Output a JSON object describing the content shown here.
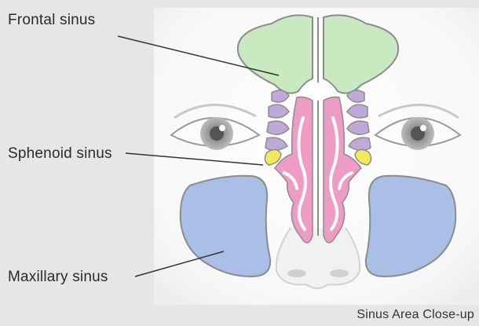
{
  "labels": {
    "frontal": "Frontal sinus",
    "sphenoid": "Sphenoid sinus",
    "maxillary": "Maxillary sinus"
  },
  "caption": "Sinus Area Close-up",
  "colors": {
    "background": "#e6e6e6",
    "panel": "#ffffff",
    "frontal_sinus": "#c9e9c0",
    "sinus_outline": "#8c8c8c",
    "ethmoid_cells": "#bfa9d8",
    "sphenoid_sinus": "#f2ea5a",
    "nasal_cavity": "#ee9cc6",
    "maxillary_sinus": "#a9bfe6",
    "leader_line": "#333333"
  }
}
